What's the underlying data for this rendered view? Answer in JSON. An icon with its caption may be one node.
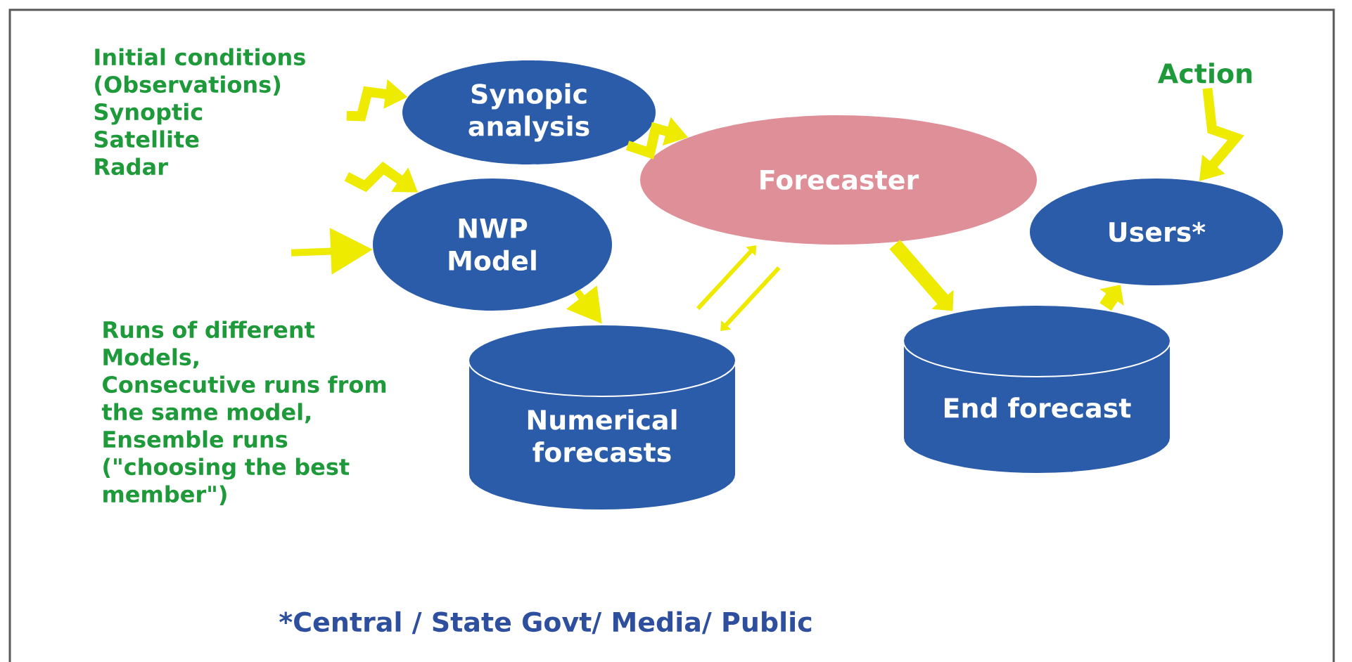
{
  "diagram": {
    "nodes": [
      {
        "text": [
          "Initial conditions (Observations)",
          "Synoptic",
          "Satellite",
          "Radar"
        ]
      },
      {
        "text": [
          "Synopic analysis"
        ]
      },
      {
        "text": [
          "NWP Model"
        ]
      },
      {
        "text": [
          "Forecaster"
        ]
      },
      {
        "text": [
          "Users*"
        ]
      },
      {
        "text": [
          "Action"
        ]
      },
      {
        "text": [
          "Numerical forecasts"
        ]
      },
      {
        "text": [
          "End forecast"
        ]
      }
    ],
    "edges": [
      {
        "from": 0,
        "to": 1,
        "arrow": "to"
      },
      {
        "from": 0,
        "to": 2,
        "arrow": "to"
      },
      {
        "from": 1,
        "to": 3,
        "arrow": "to"
      },
      {
        "from": null,
        "to": 2,
        "arrow": "to"
      },
      {
        "from": 2,
        "to": 6,
        "arrow": "to"
      },
      {
        "from": 6,
        "to": 3,
        "arrow": "to"
      },
      {
        "from": 3,
        "to": 6,
        "arrow": "to"
      },
      {
        "from": 3,
        "to": 7,
        "arrow": "to"
      },
      {
        "from": 7,
        "to": 4,
        "arrow": "to"
      },
      {
        "from": 5,
        "to": 4,
        "arrow": "to"
      }
    ],
    "labels": [
      "Runs of different Models,",
      "Consecutive runs from the same model,",
      "Ensemble runs (\"choosing the best member\")",
      "*Central / State Govt/ Media/ Public"
    ]
  }
}
